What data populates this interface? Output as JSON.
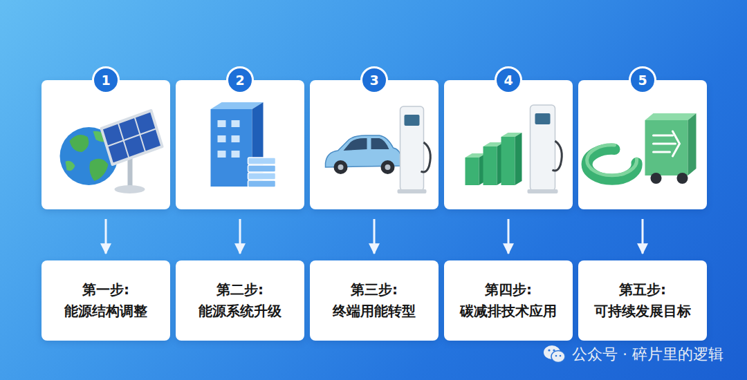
{
  "diagram": {
    "nodes": [
      {
        "text": [
          "1"
        ]
      },
      {
        "text": [
          "2"
        ]
      },
      {
        "text": [
          "3"
        ]
      },
      {
        "text": [
          "4"
        ]
      },
      {
        "text": [
          "5"
        ]
      },
      {
        "text": [
          "第一步:",
          "能源结构调整"
        ]
      },
      {
        "text": [
          "第二步:",
          "能源系统升级"
        ]
      },
      {
        "text": [
          "第三步:",
          "终端用能转型"
        ]
      },
      {
        "text": [
          "第四步:",
          "碳减排技术应用"
        ]
      },
      {
        "text": [
          "第五步:",
          "可持续发展目标"
        ]
      }
    ],
    "edges": [
      {
        "from": 0,
        "to": 5,
        "arrow": "to"
      },
      {
        "from": 1,
        "to": 6,
        "arrow": "to"
      },
      {
        "from": 2,
        "to": 7,
        "arrow": "to"
      },
      {
        "from": 3,
        "to": 8,
        "arrow": "to"
      },
      {
        "from": 4,
        "to": 9,
        "arrow": "to"
      }
    ],
    "labels": [
      "公众号 · 碎片里的逻辑"
    ]
  }
}
